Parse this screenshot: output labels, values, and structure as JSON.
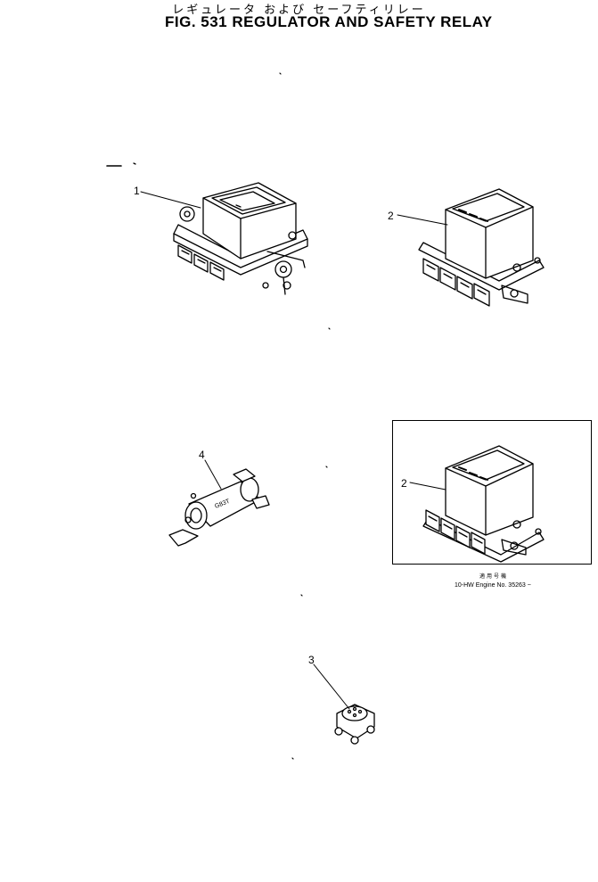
{
  "header": {
    "title_jp": "レギュレータ および セーフティリレー",
    "title_en": "FIG. 531  REGULATOR AND SAFETY RELAY"
  },
  "parts": [
    {
      "ref": "1"
    },
    {
      "ref": "2"
    },
    {
      "ref": "2"
    },
    {
      "ref": "3"
    },
    {
      "ref": "4"
    }
  ],
  "inset": {
    "note_jp": "適用号機",
    "note_en": "10-HW  Engine No. 35263 ~"
  }
}
